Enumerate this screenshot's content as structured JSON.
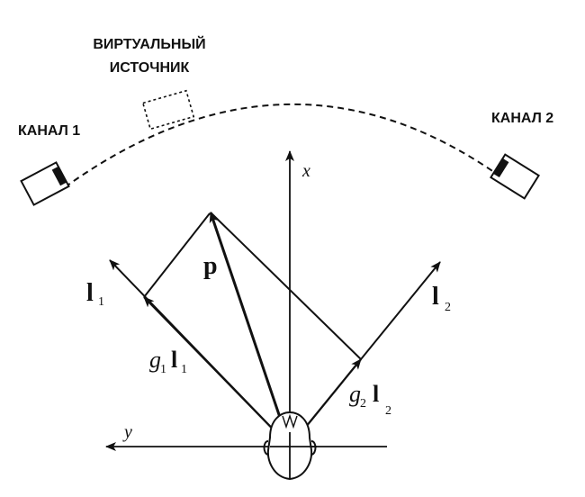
{
  "labels": {
    "virtual_source_line1": "ВИРТУАЛЬНЫЙ",
    "virtual_source_line2": "ИСТОЧНИК",
    "channel1": "КАНАЛ 1",
    "channel2": "КАНАЛ 2",
    "axis_x": "x",
    "axis_y": "y",
    "vector_p": "p",
    "vector_l1": "l",
    "vector_l1_sub": "1",
    "vector_l2": "l",
    "vector_l2_sub": "2",
    "gain1": "g",
    "gain1_sub": "1",
    "gain1_vec": "l",
    "gain1_vec_sub": "1",
    "gain2": "g",
    "gain2_sub": "2",
    "gain2_vec": "l",
    "gain2_vec_sub": "2"
  },
  "colors": {
    "ink": "#111111",
    "background": "#ffffff"
  }
}
